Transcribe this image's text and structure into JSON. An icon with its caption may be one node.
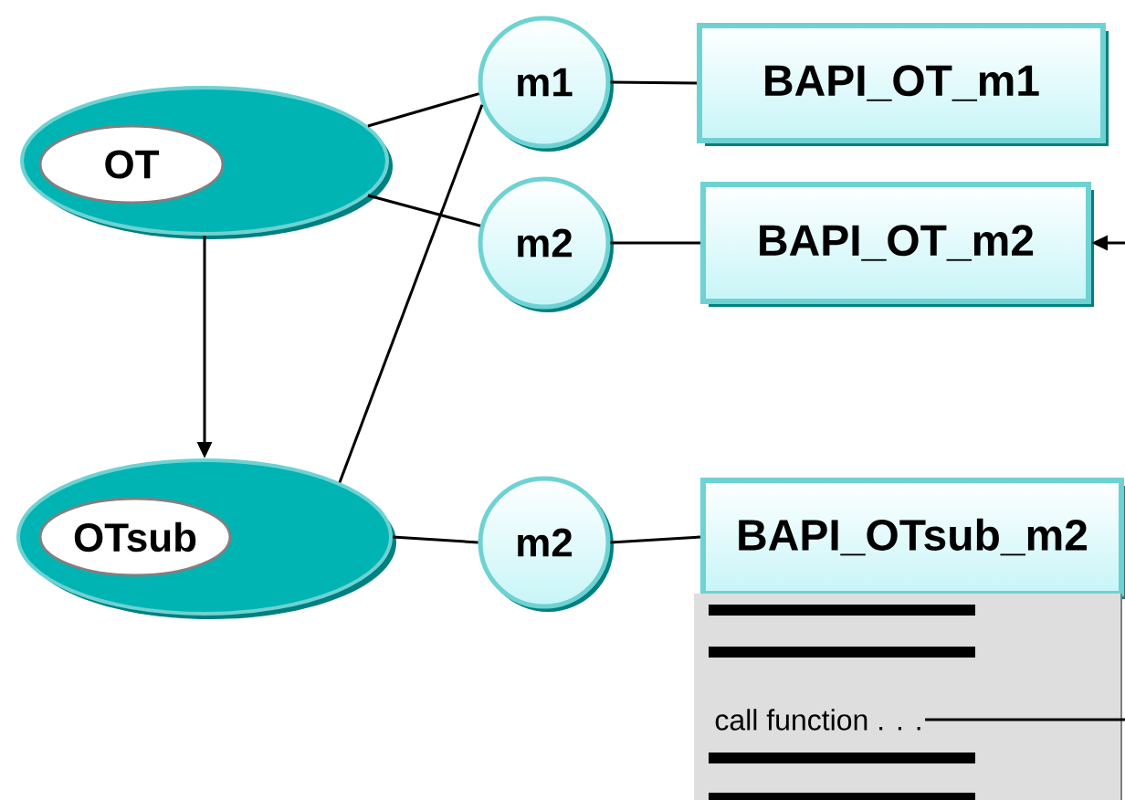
{
  "diagram": {
    "nodes": [
      {
        "text": [
          "OT"
        ]
      },
      {
        "text": [
          "m1"
        ]
      },
      {
        "text": [
          "BAPI_OT_m1"
        ]
      },
      {
        "text": [
          "m2"
        ]
      },
      {
        "text": [
          "BAPI_OT_m2"
        ]
      },
      {
        "text": [
          "OTsub"
        ]
      },
      {
        "text": [
          "m2"
        ]
      },
      {
        "text": [
          "BAPI_OTsub_m2"
        ]
      },
      {
        "text": [
          "call function . . ."
        ]
      }
    ],
    "edges": [
      {
        "from": 0,
        "to": 1,
        "arrow": "none"
      },
      {
        "from": 0,
        "to": 3,
        "arrow": "none"
      },
      {
        "from": 0,
        "to": 5,
        "arrow": "to"
      },
      {
        "from": 5,
        "to": 1,
        "arrow": "none"
      },
      {
        "from": 5,
        "to": 6,
        "arrow": "none"
      },
      {
        "from": 1,
        "to": 2,
        "arrow": "none"
      },
      {
        "from": 3,
        "to": 4,
        "arrow": "none"
      },
      {
        "from": 6,
        "to": 7,
        "arrow": "none"
      },
      {
        "from": 8,
        "to": null,
        "arrow": "none"
      },
      {
        "from": null,
        "to": 4,
        "arrow": "to"
      }
    ]
  }
}
